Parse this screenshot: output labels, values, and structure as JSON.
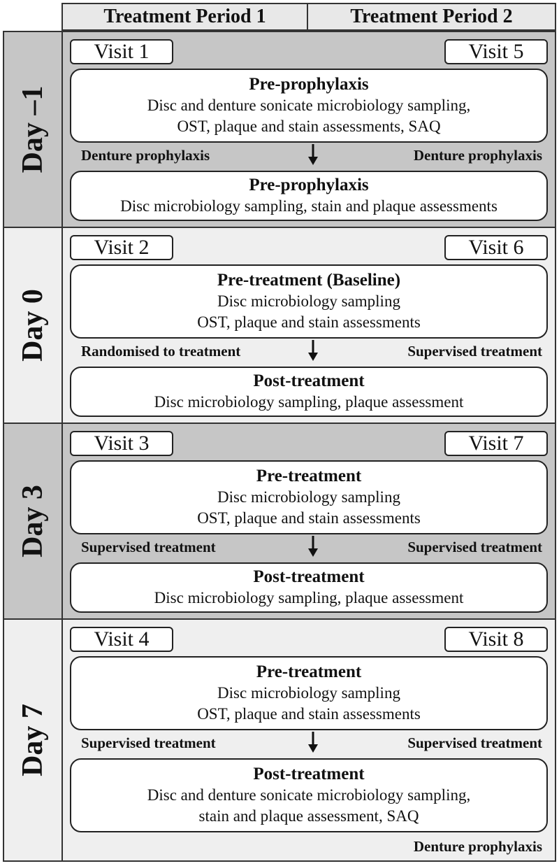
{
  "header": {
    "period1": "Treatment Period 1",
    "period2": "Treatment Period 2"
  },
  "days": [
    {
      "label": "Day –1",
      "visit_left": "Visit 1",
      "visit_right": "Visit 5",
      "box1": {
        "title": "Pre-prophylaxis",
        "lines": [
          "Disc and denture sonicate microbiology sampling,",
          "OST, plaque and stain assessments, SAQ"
        ]
      },
      "step_left": "Denture prophylaxis",
      "step_right": "Denture prophylaxis",
      "box2": {
        "title": "Pre-prophylaxis",
        "lines": [
          "Disc microbiology sampling, stain and plaque assessments"
        ]
      }
    },
    {
      "label": "Day 0",
      "visit_left": "Visit 2",
      "visit_right": "Visit 6",
      "box1": {
        "title": "Pre-treatment (Baseline)",
        "lines": [
          "Disc microbiology sampling",
          "OST, plaque and stain assessments"
        ]
      },
      "step_left": "Randomised to treatment",
      "step_right": "Supervised treatment",
      "box2": {
        "title": "Post-treatment",
        "lines": [
          "Disc microbiology sampling, plaque assessment"
        ]
      }
    },
    {
      "label": "Day 3",
      "visit_left": "Visit 3",
      "visit_right": "Visit 7",
      "box1": {
        "title": "Pre-treatment",
        "lines": [
          "Disc microbiology sampling",
          "OST, plaque and stain assessments"
        ]
      },
      "step_left": "Supervised treatment",
      "step_right": "Supervised treatment",
      "box2": {
        "title": "Post-treatment",
        "lines": [
          "Disc microbiology sampling, plaque assessment"
        ]
      }
    },
    {
      "label": "Day 7",
      "visit_left": "Visit 4",
      "visit_right": "Visit 8",
      "box1": {
        "title": "Pre-treatment",
        "lines": [
          "Disc microbiology sampling",
          "OST, plaque and stain assessments"
        ]
      },
      "step_left": "Supervised treatment",
      "step_right": "Supervised treatment",
      "box2": {
        "title": "Post-treatment",
        "lines": [
          "Disc and denture sonicate microbiology sampling,",
          "stain and plaque assessment, SAQ"
        ]
      },
      "footer_right": "Denture prophylaxis"
    }
  ]
}
